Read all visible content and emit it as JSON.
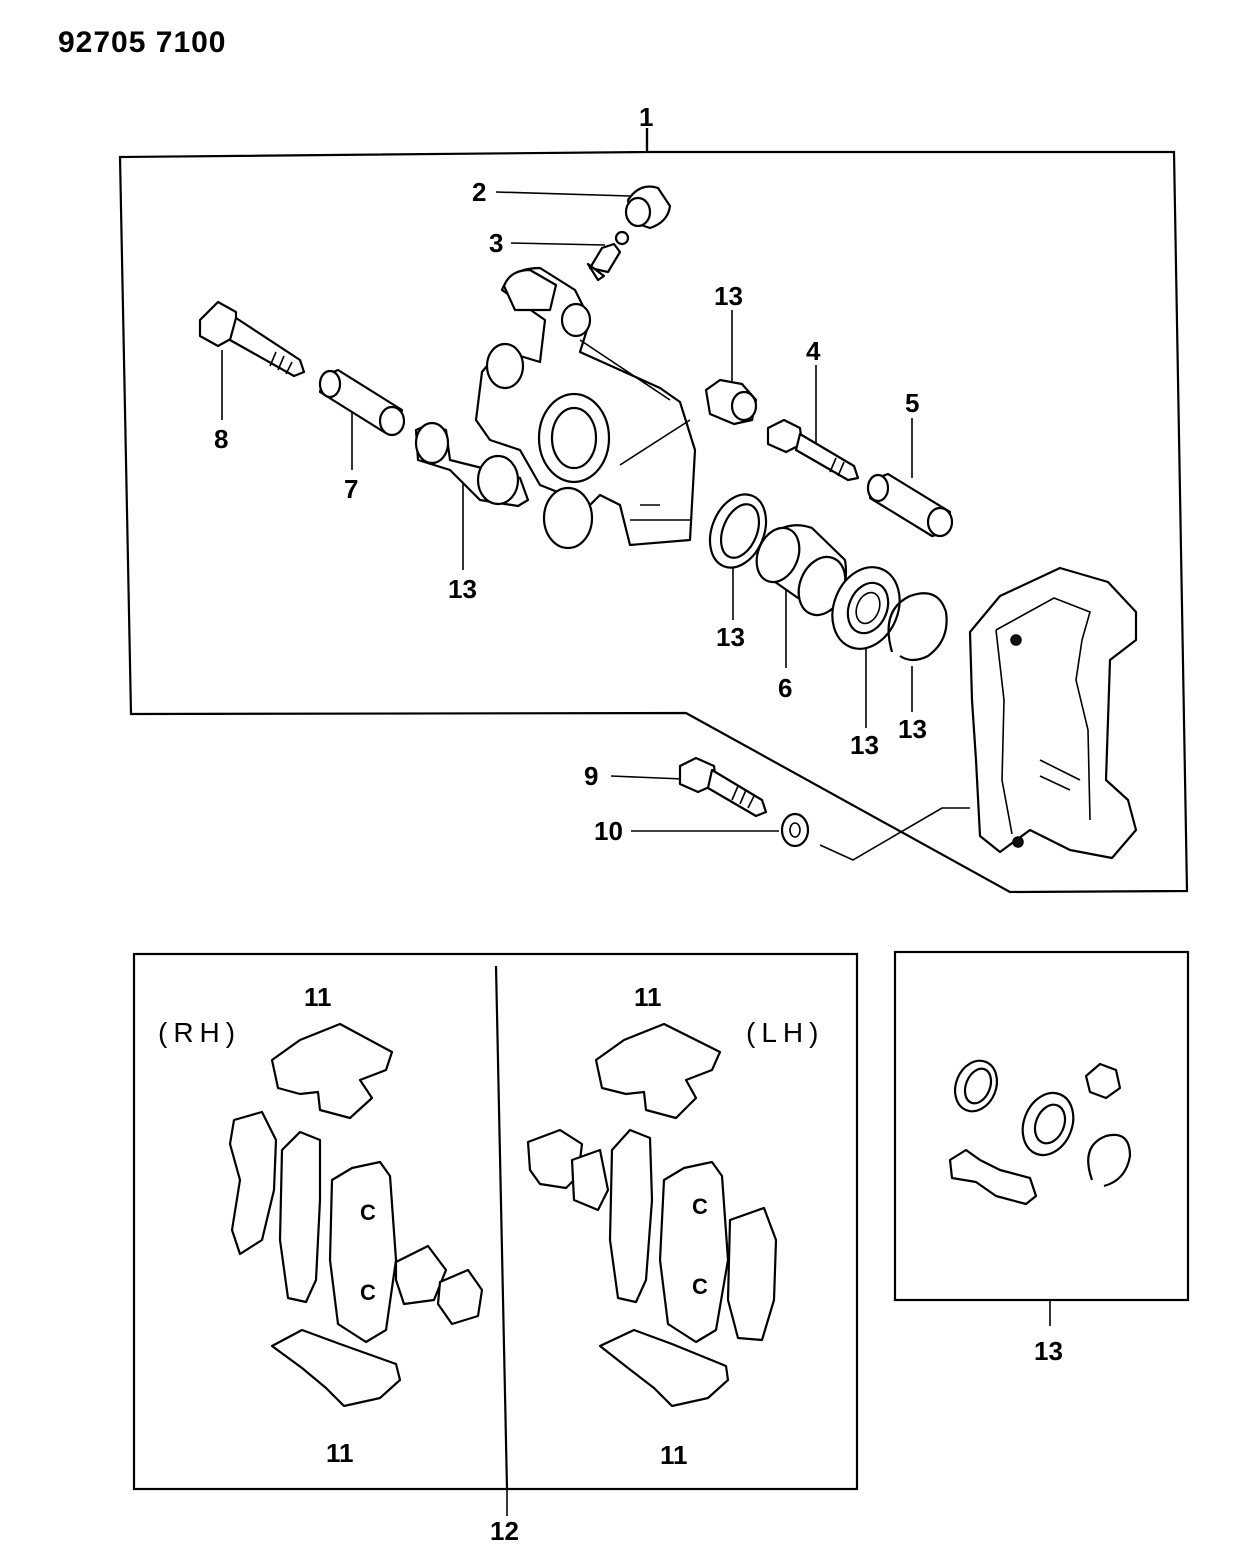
{
  "document": {
    "ref_number": "92705 7100"
  },
  "callouts": {
    "c1": "1",
    "c2": "2",
    "c3": "3",
    "c4": "4",
    "c5": "5",
    "c6": "6",
    "c7": "7",
    "c8": "8",
    "c9": "9",
    "c10": "10",
    "c11a": "11",
    "c11b": "11",
    "c11c": "11",
    "c11d": "11",
    "c12": "12",
    "c13a": "13",
    "c13b": "13",
    "c13c": "13",
    "c13d": "13",
    "c13e": "13",
    "c13f": "13"
  },
  "sides": {
    "right": "(RH)",
    "left": "(LH)"
  }
}
